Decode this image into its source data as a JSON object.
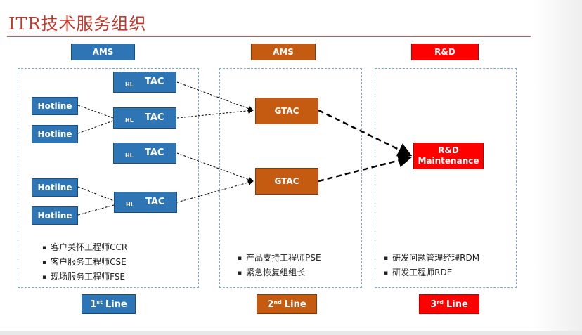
{
  "title": "ITR技术服务组织",
  "columns": [
    {
      "header": "AMS",
      "footer_num": "1",
      "footer_sup": "st",
      "footer_word": "Line",
      "bullets": [
        "客户关怀工程师CCR",
        "客户服务工程师CSE",
        "现场服务工程师FSE"
      ]
    },
    {
      "header": "AMS",
      "footer_num": "2",
      "footer_sup": "nd",
      "footer_word": "Line",
      "bullets": [
        "产品支持工程师PSE",
        "紧急恢复组组长"
      ]
    },
    {
      "header": "R&D",
      "footer_num": "3",
      "footer_sup": "rd",
      "footer_word": "Line",
      "bullets": [
        "研发问题管理经理RDM",
        "研发工程师RDE"
      ]
    }
  ],
  "nodes": {
    "hotline": [
      "Hotline",
      "Hotline",
      "Hotline",
      "Hotline"
    ],
    "tac_prefix": "HL",
    "tac": [
      "TAC",
      "TAC",
      "TAC",
      "TAC"
    ],
    "gtac": [
      "GTAC",
      "GTAC"
    ],
    "rd_line1": "R&D",
    "rd_line2": "Maintenance"
  },
  "colors": {
    "blue": "#2e75b6",
    "orange": "#c55a11",
    "red": "#ff0000",
    "title": "#c0392b"
  }
}
